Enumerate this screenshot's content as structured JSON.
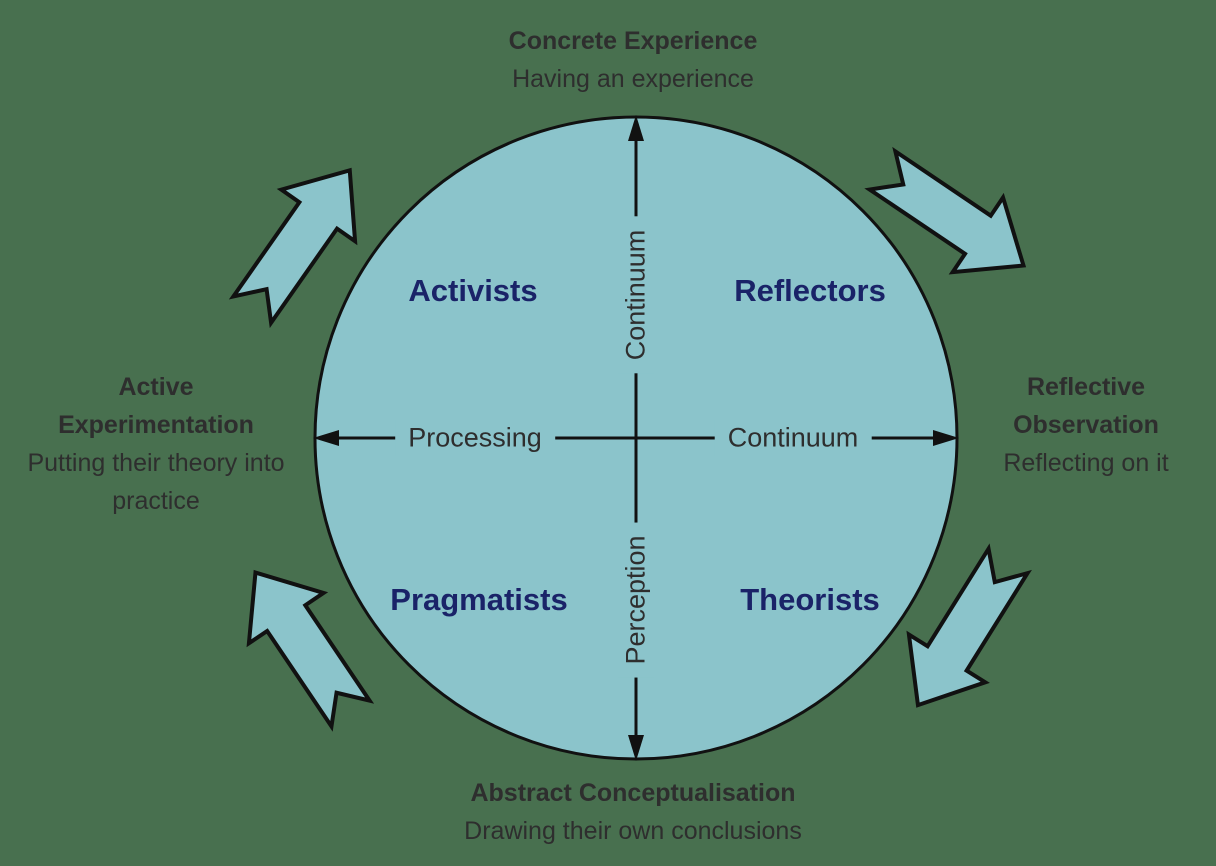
{
  "diagram": {
    "title_top": {
      "title": "Concrete Experience",
      "subtitle": "Having an experience"
    },
    "title_right": {
      "title": "Reflective Observation",
      "subtitle": "Reflecting on it"
    },
    "title_bottom": {
      "title": "Abstract Conceptualisation",
      "subtitle": "Drawing their own conclusions"
    },
    "title_left": {
      "title": "Active Experimentation",
      "subtitle": "Putting their theory into practice"
    },
    "quadrants": {
      "top_left": "Activists",
      "top_right": "Reflectors",
      "bottom_left": "Pragmatists",
      "bottom_right": "Theorists"
    },
    "axis_labels": {
      "vertical_upper": "Continuum",
      "vertical_lower": "Perception",
      "horizontal_left": "Processing",
      "horizontal_right": "Continuum"
    }
  },
  "colors": {
    "background_green": "#48704F",
    "circle_teal": "#8BC4CB",
    "quadrant_navy": "#1A2368",
    "text_dark": "#2E2E2E",
    "line_dark": "#111111"
  }
}
